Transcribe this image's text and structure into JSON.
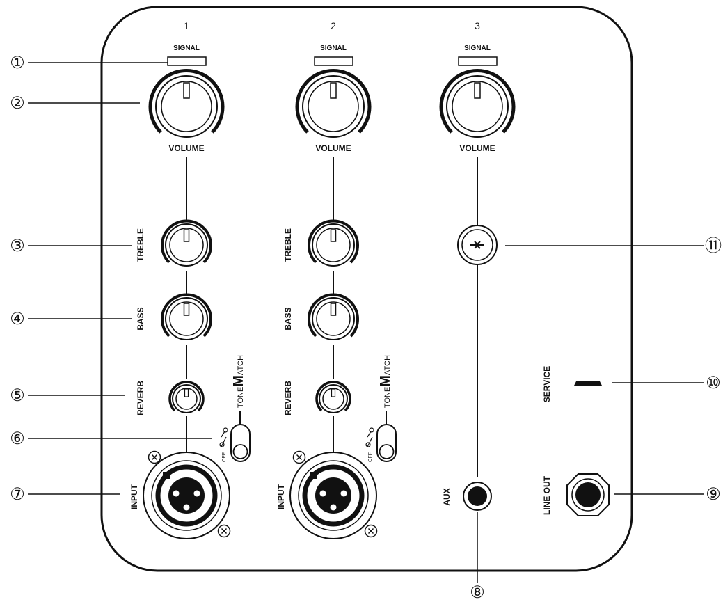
{
  "channels": [
    {
      "number": "1",
      "signal_label": "SIGNAL",
      "volume_label": "VOLUME"
    },
    {
      "number": "2",
      "signal_label": "SIGNAL",
      "volume_label": "VOLUME"
    },
    {
      "number": "3",
      "signal_label": "SIGNAL",
      "volume_label": "VOLUME"
    }
  ],
  "labels": {
    "treble": "TREBLE",
    "bass": "BASS",
    "reverb": "REVERB",
    "input": "INPUT",
    "aux": "AUX",
    "line_out": "LINE OUT",
    "service": "SERVICE",
    "tonematch_left": "TONE",
    "tonematch_m": "M",
    "tonematch_right": "ATCH",
    "switch_off": "OFF"
  },
  "callouts": [
    "①",
    "②",
    "③",
    "④",
    "⑤",
    "⑥",
    "⑦",
    "⑧",
    "⑨",
    "⑩",
    "⑪"
  ],
  "colors": {
    "ink": "#111111",
    "background": "#ffffff"
  },
  "icons": [
    "signal-led",
    "volume-knob",
    "treble-knob",
    "bass-knob",
    "reverb-knob",
    "tonematch-switch",
    "xlr-combo-jack",
    "aux-jack",
    "line-out-jack",
    "service-port",
    "bluetooth-button",
    "mic-icon",
    "guitar-icon"
  ]
}
